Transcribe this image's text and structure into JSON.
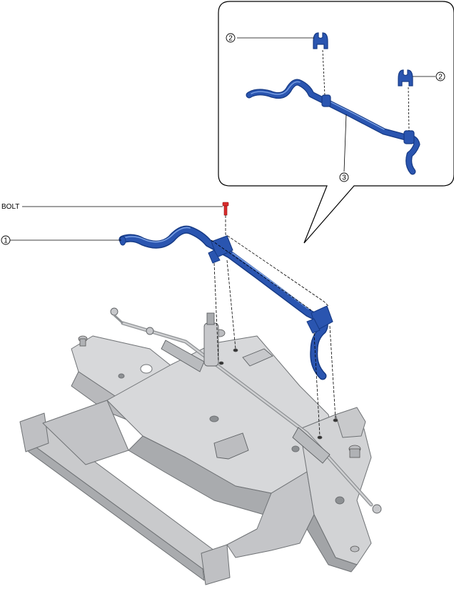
{
  "labels": {
    "callout_1": "1",
    "callout_2a": "2",
    "callout_2b": "2",
    "callout_3": "3",
    "bolt": "BOLT"
  },
  "colors": {
    "stabilizer": "#2a55b0",
    "stabilizer_dark": "#163a85",
    "stabilizer_light": "#5b86d8",
    "bolt": "#d92c2c",
    "frame_fill": "#d7d8da",
    "frame_shade": "#a9abae",
    "frame_dark": "#6f7275",
    "line": "#000000"
  },
  "icons": {
    "callout_marker": "circled-number",
    "bolt": "bolt-icon"
  }
}
